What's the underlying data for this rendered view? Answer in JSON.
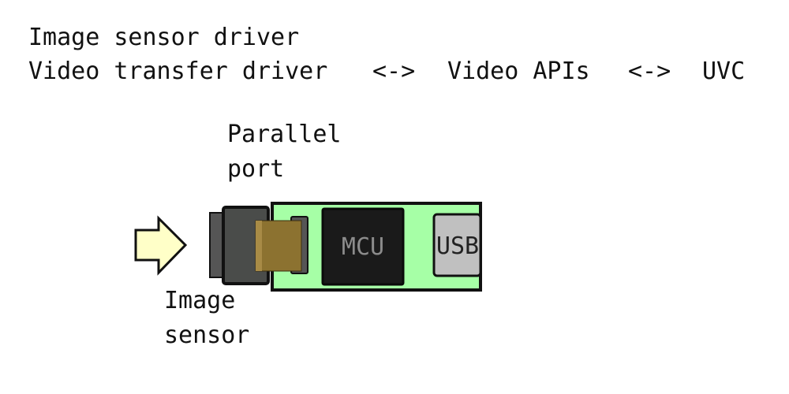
{
  "header": {
    "line1": "Image sensor driver",
    "line2": {
      "driver": "Video transfer driver",
      "arrow1": "<->",
      "apis": "Video APIs",
      "arrow2": "<->",
      "uvc": "UVC"
    }
  },
  "labels": {
    "parallel_port": [
      "Parallel",
      "port"
    ],
    "image_sensor": [
      "Image",
      "sensor"
    ]
  },
  "board": {
    "mcu_label": "MCU",
    "usb_label": "USB"
  },
  "colors": {
    "board_green": "#a6ffa6",
    "mcu_black": "#1a1a1a",
    "mcu_text": "#8c8c8c",
    "usb_grey": "#c0c0c0",
    "connector_brown": "#8c7230",
    "sensor_dark": "#4a4c4a",
    "arrow_yellow": "#ffffc8"
  }
}
